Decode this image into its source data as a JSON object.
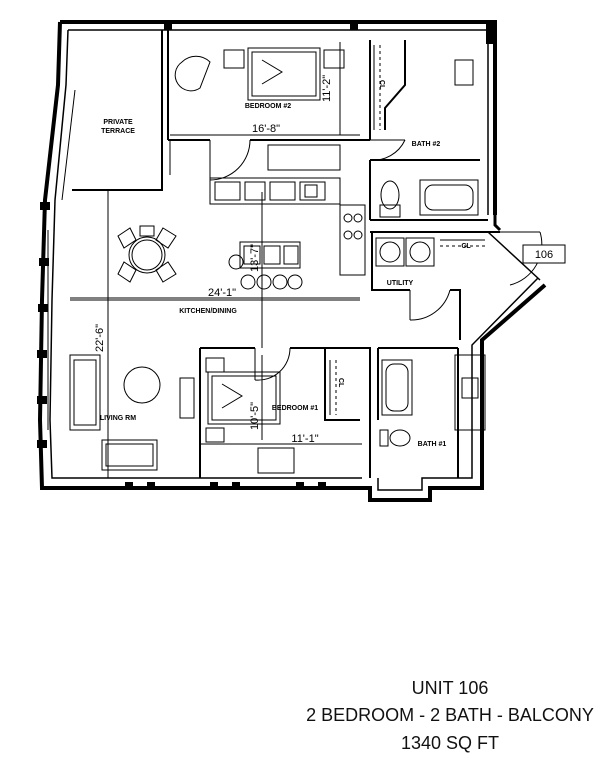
{
  "rooms": {
    "bedroom2": "BEDROOM #2",
    "private_terrace_line1": "PRIVATE",
    "private_terrace_line2": "TERRACE",
    "bath2": "BATH #2",
    "cl_upper": "CL",
    "cl_utility": "CL",
    "utility": "UTILITY",
    "kitchen_dining": "KITCHEN/DINING",
    "living_rm": "LIVING RM",
    "bedroom1": "BEDROOM #1",
    "cl_bed1": "CL",
    "bath1": "BATH #1"
  },
  "dimensions": {
    "bedroom2_width": "16'-8\"",
    "bedroom2_depth": "11'-2\"",
    "kitchen_depth": "13'-7\"",
    "kitchen_width": "24'-1\"",
    "living_depth": "22'-6\"",
    "bedroom1_depth": "10'-5\"",
    "bedroom1_width": "11'-1\""
  },
  "unit_tag": "106",
  "caption": {
    "line1": "UNIT 106",
    "line2": "2 BEDROOM - 2 BATH - BALCONY",
    "line3": "1340 SQ FT"
  }
}
